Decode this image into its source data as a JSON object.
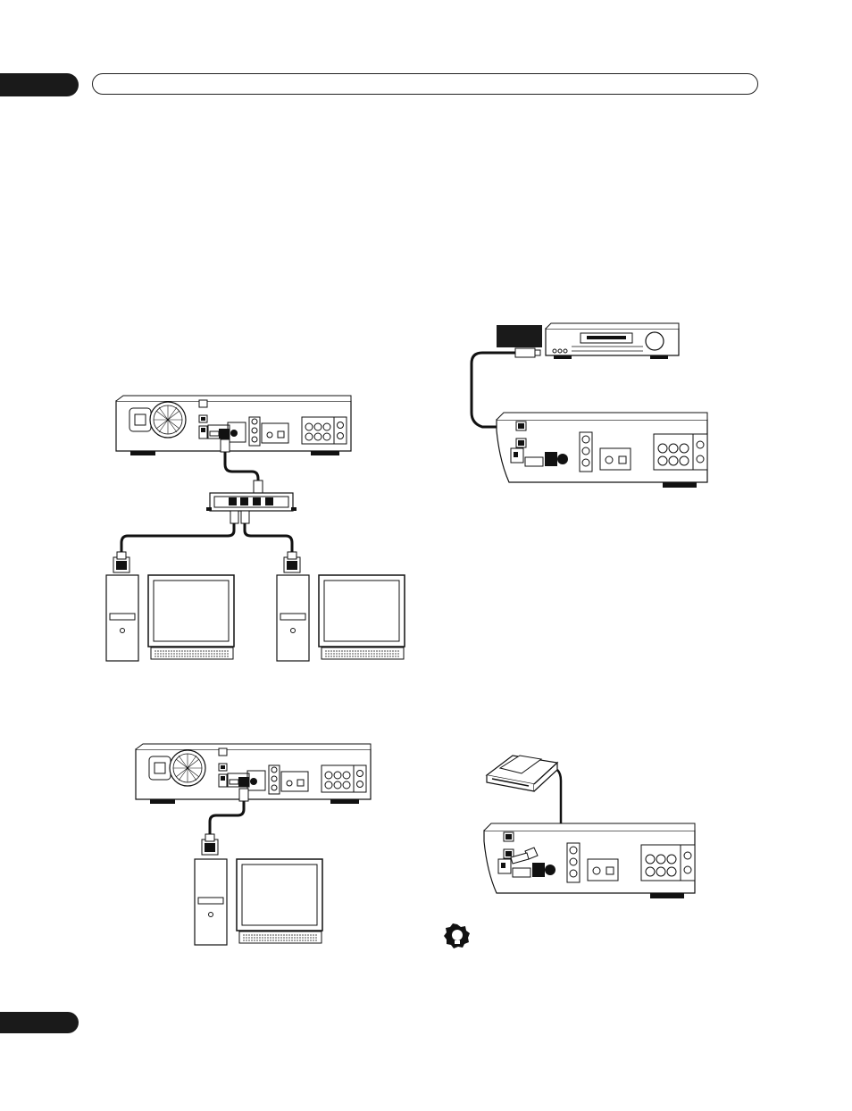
{
  "page": {
    "header": {
      "chapter_tab": "",
      "title": ""
    },
    "footer": {
      "page_tab": ""
    }
  },
  "figures": [
    {
      "id": "network-hub",
      "devices": [
        "player-rear-panel",
        "network-hub",
        "computer",
        "computer"
      ]
    },
    {
      "id": "direct-pc",
      "devices": [
        "player-rear-panel",
        "computer"
      ]
    },
    {
      "id": "audio-component",
      "devices": [
        "audio-component",
        "player-rear-panel"
      ]
    },
    {
      "id": "usb-card-reader",
      "devices": [
        "usb-card-reader",
        "player-rear-panel"
      ]
    }
  ],
  "icons": {
    "tip": "lightbulb-icon"
  },
  "colors": {
    "ink": "#111111",
    "tab": "#1a1a1a",
    "paper": "#ffffff"
  }
}
